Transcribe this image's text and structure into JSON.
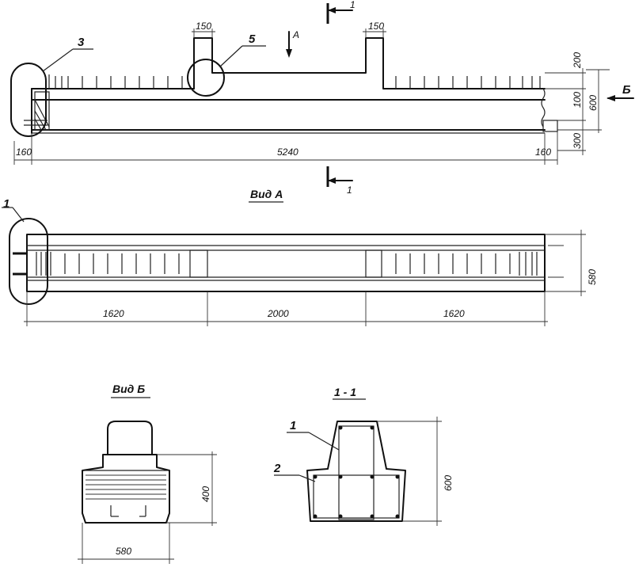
{
  "elevation": {
    "section_mark_top": "1",
    "section_mark_bottom": "1",
    "view_arrow_a": "A",
    "view_arrow_b": "Б",
    "leader_3": "3",
    "leader_5": "5",
    "dim_150_left": "150",
    "dim_150_right": "150",
    "dim_200": "200",
    "dim_100": "100",
    "dim_300": "300",
    "dim_600": "600",
    "dim_160_left": "160",
    "dim_5240": "5240",
    "dim_160_right": "160"
  },
  "plan": {
    "title": "Вид А",
    "leader_1": "1",
    "dim_580": "580",
    "dim_1620_left": "1620",
    "dim_2000": "2000",
    "dim_1620_right": "1620"
  },
  "view_b": {
    "title": "Вид Б",
    "dim_400": "400",
    "dim_580": "580"
  },
  "section_1_1": {
    "title": "1 - 1",
    "leader_1": "1",
    "leader_2": "2",
    "dim_600": "600"
  }
}
